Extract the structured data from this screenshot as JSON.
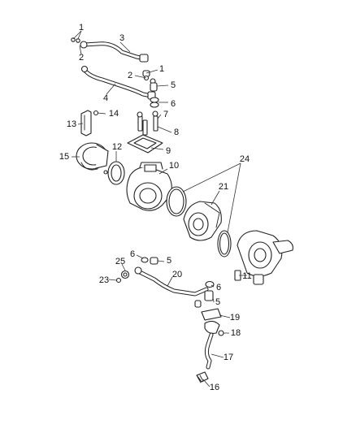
{
  "callouts": [
    {
      "id": "c1a",
      "label": "1"
    },
    {
      "id": "c2a",
      "label": "2"
    },
    {
      "id": "c3",
      "label": "3"
    },
    {
      "id": "c1b",
      "label": "1"
    },
    {
      "id": "c2b",
      "label": "2"
    },
    {
      "id": "c5a",
      "label": "5"
    },
    {
      "id": "c4",
      "label": "4"
    },
    {
      "id": "c6a",
      "label": "6"
    },
    {
      "id": "c14",
      "label": "14"
    },
    {
      "id": "c13",
      "label": "13"
    },
    {
      "id": "c7",
      "label": "7"
    },
    {
      "id": "c8",
      "label": "8"
    },
    {
      "id": "c9",
      "label": "9"
    },
    {
      "id": "c15",
      "label": "15"
    },
    {
      "id": "c12",
      "label": "12"
    },
    {
      "id": "c10",
      "label": "10"
    },
    {
      "id": "c24",
      "label": "24"
    },
    {
      "id": "c21",
      "label": "21"
    },
    {
      "id": "c6b",
      "label": "6"
    },
    {
      "id": "c5b",
      "label": "5"
    },
    {
      "id": "c25",
      "label": "25"
    },
    {
      "id": "c20",
      "label": "20"
    },
    {
      "id": "c23",
      "label": "23"
    },
    {
      "id": "c11",
      "label": "11"
    },
    {
      "id": "c6c",
      "label": "6"
    },
    {
      "id": "c5c",
      "label": "5"
    },
    {
      "id": "c19",
      "label": "19"
    },
    {
      "id": "c18",
      "label": "18"
    },
    {
      "id": "c17",
      "label": "17"
    },
    {
      "id": "c16",
      "label": "16"
    }
  ]
}
